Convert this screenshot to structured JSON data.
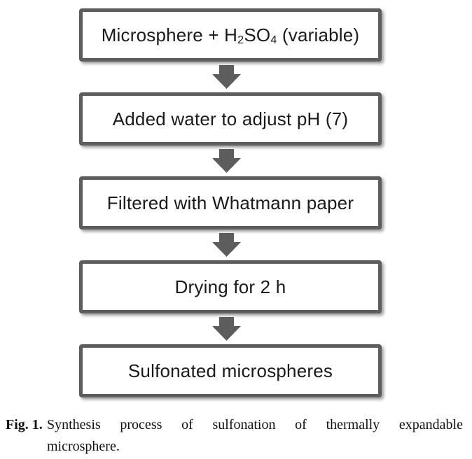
{
  "figure": {
    "type": "flowchart",
    "steps": [
      {
        "pre": "Microsphere + H",
        "sub1": "2",
        "mid": "SO",
        "sub2": "4",
        "post": " (variable)"
      },
      {
        "label": "Added water to adjust pH (7)"
      },
      {
        "label": "Filtered with Whatmann paper"
      },
      {
        "label": "Drying for 2 h"
      },
      {
        "label": "Sulfonated microspheres"
      }
    ],
    "caption": {
      "label": "Fig. 1.",
      "line1": "Synthesis process of sulfonation of thermally expandable",
      "line2": "microsphere."
    },
    "colors": {
      "box_border": "#5d5d5d",
      "arrow_fill": "#5d5d5d",
      "box_fill": "#ffffff",
      "text": "#1a1a1a",
      "background": "#ffffff"
    }
  }
}
